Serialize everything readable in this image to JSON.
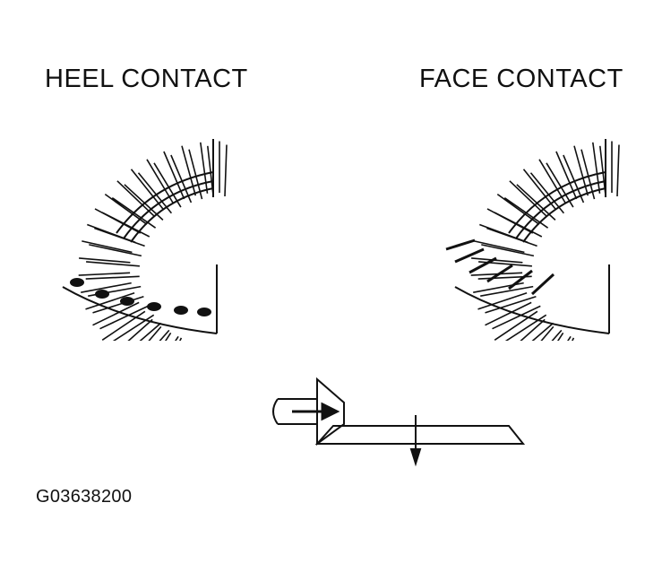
{
  "figure": {
    "code": "G03638200"
  },
  "panels": [
    {
      "title": "HEEL CONTACT",
      "contact": "heel"
    },
    {
      "title": "FACE CONTACT",
      "contact": "face"
    }
  ],
  "colors": {
    "ink": "#111111",
    "background": "#ffffff"
  }
}
